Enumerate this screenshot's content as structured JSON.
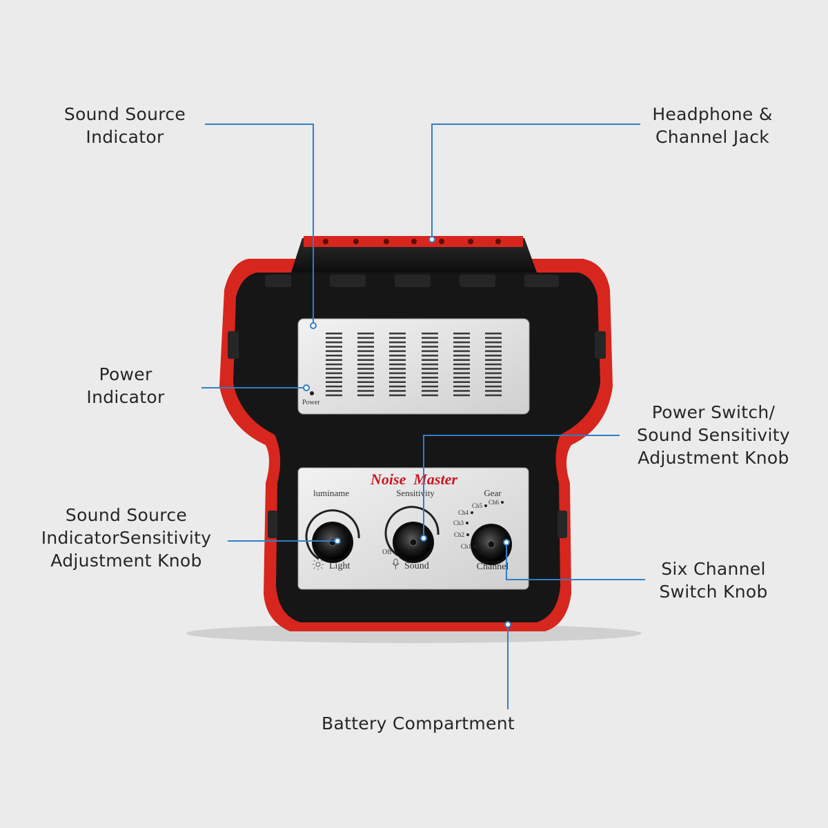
{
  "device": {
    "brand": "Noise  Master",
    "power_label": "Power",
    "knobs": [
      {
        "top_label": "luminame",
        "bottom_label": "Light"
      },
      {
        "top_label": "Sensitivity",
        "bottom_label": "Sound",
        "off_label": "Off"
      },
      {
        "top_label": "Gear",
        "bottom_label": "Channel"
      }
    ],
    "channels": [
      "Ch1",
      "Ch2",
      "Ch3",
      "Ch4",
      "Ch5",
      "Ch6"
    ]
  },
  "callouts": {
    "sound_source_indicator": [
      "Sound Source",
      "Indicator"
    ],
    "headphone_jack": [
      "Headphone &",
      "Channel Jack"
    ],
    "power_indicator": [
      "Power",
      "Indicator"
    ],
    "power_switch": [
      "Power Switch/",
      "Sound Sensitivity",
      "Adjustment Knob"
    ],
    "sensitivity_knob": [
      "Sound Source",
      "IndicatorSensitivity",
      "Adjustment Knob"
    ],
    "channel_knob": [
      "Six Channel",
      "Switch Knob"
    ],
    "battery": [
      "Battery Compartment"
    ]
  },
  "colors": {
    "leader_line": "#2f7fc4",
    "housing_red": "#d7261e",
    "housing_black": "#161616",
    "panel_silver": "#dcdcdc",
    "brand_red": "#c8161d"
  }
}
